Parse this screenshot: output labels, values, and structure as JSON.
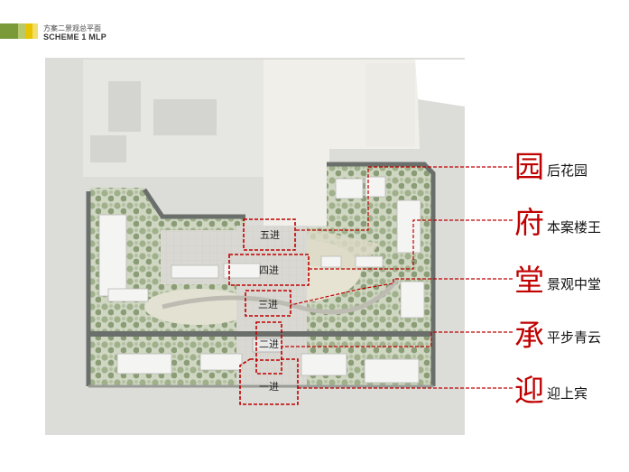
{
  "header": {
    "title_cn": "方案二景观总平面",
    "title_en": "SCHEME 1 MLP",
    "brand_colors": [
      "#7a9a3a",
      "#b7c96a",
      "#e8c400",
      "#f2de6a"
    ]
  },
  "stages": [
    {
      "id": "five",
      "label": "五进"
    },
    {
      "id": "four",
      "label": "四进"
    },
    {
      "id": "three",
      "label": "三进"
    },
    {
      "id": "two",
      "label": "二进"
    },
    {
      "id": "one",
      "label": "一进"
    }
  ],
  "legend": [
    {
      "big": "园",
      "text": "后花园"
    },
    {
      "big": "府",
      "text": "本案楼王"
    },
    {
      "big": "堂",
      "text": "景观中堂"
    },
    {
      "big": "承",
      "text": "平步青云"
    },
    {
      "big": "迎",
      "text": "迎上宾"
    }
  ],
  "colors": {
    "accent_red": "#c00000",
    "site_grey": "#d8d8d4",
    "lawn": "#ece9dc",
    "tree_green": "#8fa27a",
    "road": "#6b6f6c"
  }
}
